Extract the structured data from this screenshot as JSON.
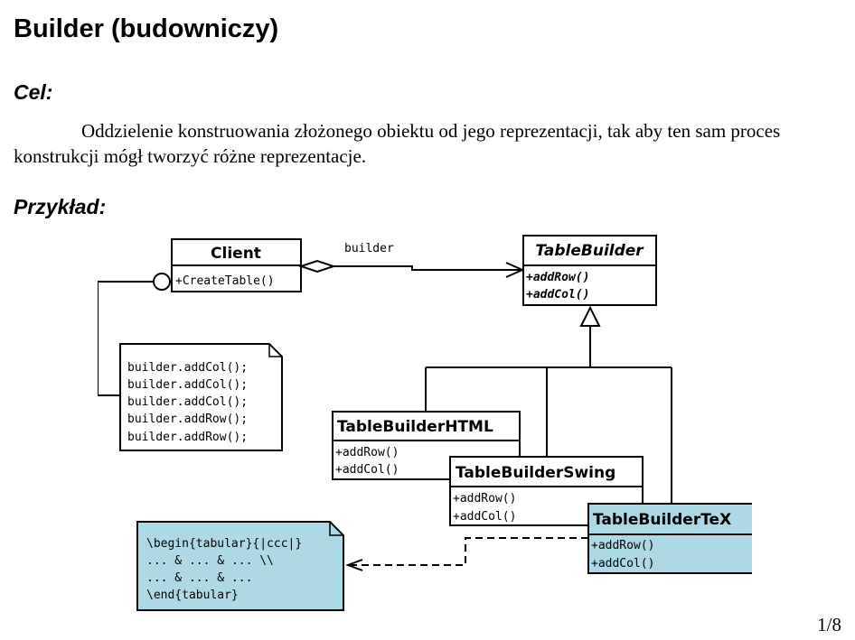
{
  "title": "Builder (budowniczy)",
  "goal_heading": "Cel:",
  "goal_text": "Oddzielenie konstruowania złożonego obiektu od jego reprezentacji, tak aby ten sam proces konstrukcji mógł tworzyć różne reprezentacje.",
  "example_heading": "Przykład:",
  "diagram": {
    "client": {
      "name": "Client",
      "method": "+CreateTable()"
    },
    "association_label": "builder",
    "builder": {
      "name": "TableBuilder",
      "methods": [
        "+addRow()",
        "+addCol()"
      ]
    },
    "html": {
      "name": "TableBuilderHTML",
      "methods": [
        "+addRow()",
        "+addCol()"
      ]
    },
    "swing": {
      "name": "TableBuilderSwing",
      "methods": [
        "+addRow()",
        "+addCol()"
      ]
    },
    "tex": {
      "name": "TableBuilderTeX",
      "methods": [
        "+addRow()",
        "+addCol()"
      ]
    },
    "client_note": [
      "builder.addCol();",
      "builder.addCol();",
      "builder.addCol();",
      "builder.addRow();",
      "builder.addRow();"
    ],
    "tex_note": [
      "\\begin{tabular}{|ccc|}",
      "... & ... & ... \\\\",
      "... & ... & ...",
      "\\end{tabular}"
    ],
    "highlight_color": "#add8e6"
  },
  "page_number": "1/8"
}
